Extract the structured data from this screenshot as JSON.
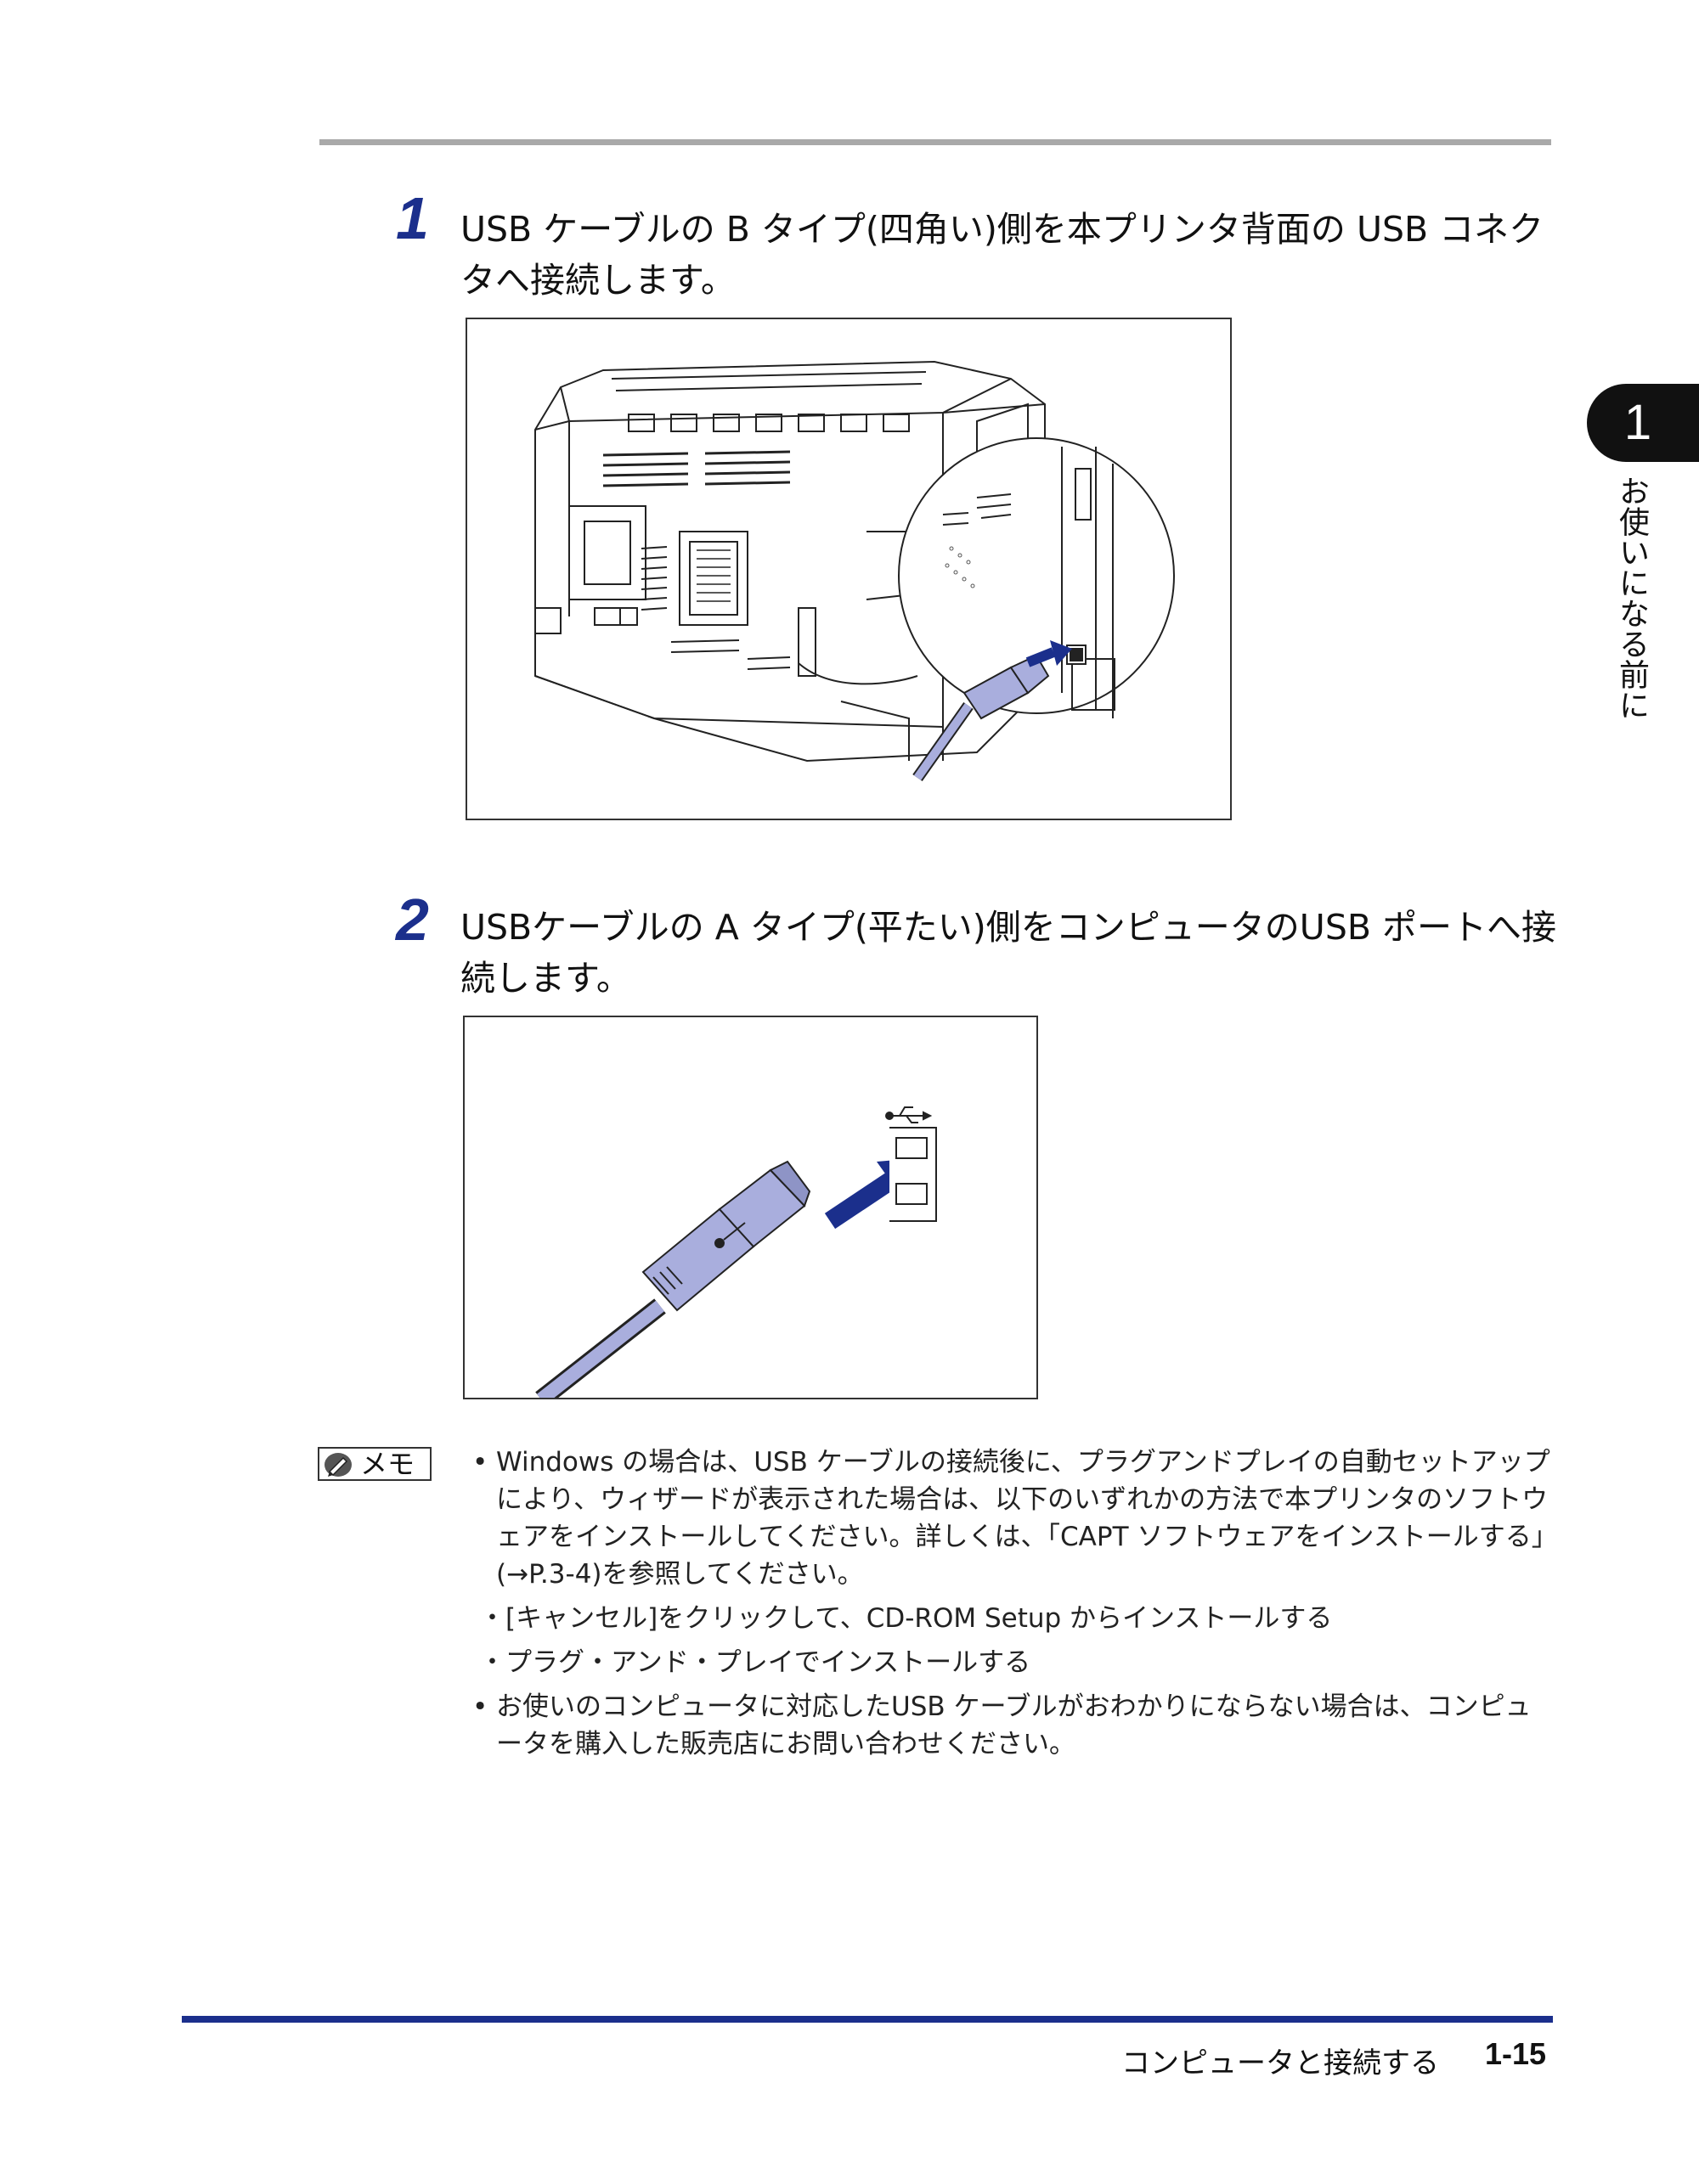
{
  "side_tab": {
    "number": "1",
    "label": "お使いになる前に"
  },
  "steps": [
    {
      "number": "1",
      "text": "USB ケーブルの B タイプ(四角い)側を本プリンタ背面の USB コネクタへ接続します。"
    },
    {
      "number": "2",
      "text": "USBケーブルの A タイプ(平たい)側をコンピュータのUSB ポートへ接続します。"
    }
  ],
  "memo": {
    "badge_label": "メモ",
    "bullets": [
      "Windows の場合は、USB ケーブルの接続後に、プラグアンドプレイの自動セットアップにより、ウィザードが表示された場合は、以下のいずれかの方法で本プリンタのソフトウェアをインストールしてください。詳しくは、「CAPT ソフトウェアをインストールする」(→P.3-4)を参照してください。",
      "お使いのコンピュータに対応したUSB ケーブルがおわかりにならない場合は、コンピュータを購入した販売店にお問い合わせください。"
    ],
    "sub_items": [
      "・[キャンセル]をクリックして、CD-ROM Setup からインストールする",
      "・プラグ・アンド・プレイでインストールする"
    ]
  },
  "footer": {
    "title": "コンピュータと接続する",
    "page": "1-15"
  },
  "colors": {
    "accent_blue": "#1b2f8c",
    "cable": "#a9aedd",
    "rule_gray": "#a9a9a9"
  },
  "figures": [
    {
      "name": "printer-rear-usb-b-illustration"
    },
    {
      "name": "usb-a-to-computer-port-illustration"
    }
  ]
}
